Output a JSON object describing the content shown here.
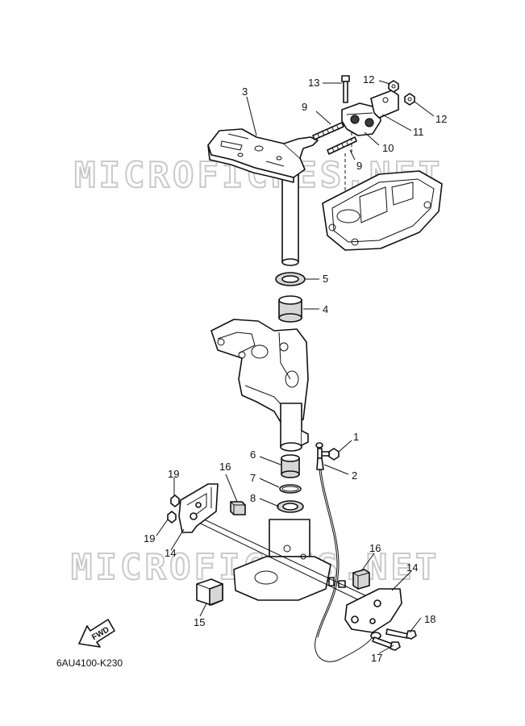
{
  "watermark": "MICROFICHES.NET",
  "catalog_code": "6AU4100-K230",
  "fwd_arrow_label": "FWD",
  "callouts": {
    "p1": "1",
    "p2": "2",
    "p3": "3",
    "p4": "4",
    "p5": "5",
    "p6": "6",
    "p7": "7",
    "p8": "8",
    "p9a": "9",
    "p9b": "9",
    "p10": "10",
    "p11": "11",
    "p12a": "12",
    "p12b": "12",
    "p13": "13",
    "p14a": "14",
    "p14b": "14",
    "p15": "15",
    "p16a": "16",
    "p16b": "16",
    "p17": "17",
    "p18": "18",
    "p19a": "19",
    "p19b": "19"
  }
}
